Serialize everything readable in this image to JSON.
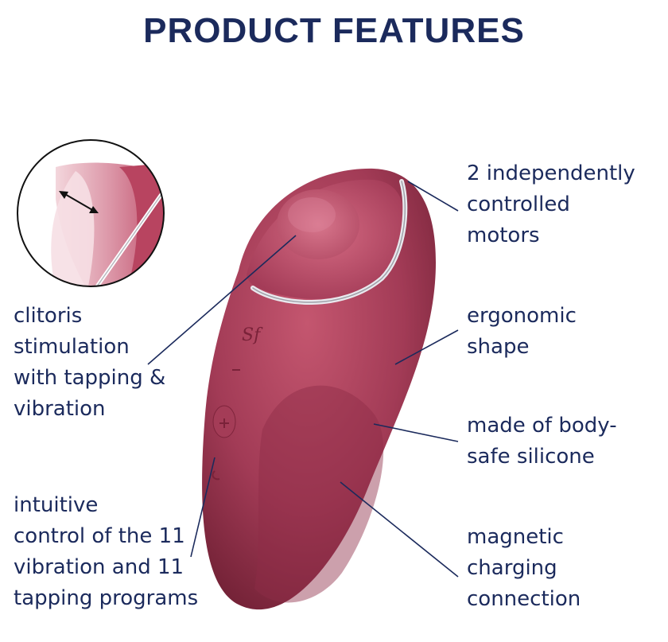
{
  "title": "PRODUCT FEATURES",
  "features": {
    "motors": [
      "2 independently",
      "controlled",
      "motors"
    ],
    "ergonomic": [
      "ergonomic",
      "shape"
    ],
    "silicone": [
      "made of body-",
      "safe silicone"
    ],
    "magnetic": [
      "magnetic",
      "charging",
      "connection"
    ],
    "clitoris": [
      "clitoris",
      "stimulation",
      "with tapping &",
      "vibration"
    ],
    "control": [
      "intuitive",
      "control of the 11",
      "vibration and 11",
      "tapping programs"
    ]
  },
  "colors": {
    "text": "#1b2a5c",
    "product": "#9b3550",
    "product_light": "#c25570",
    "product_dark": "#6e1f33",
    "leader_line": "#1b2a5c"
  },
  "icons": [
    "brand-logo-icon",
    "minus-icon",
    "plus-icon",
    "mode-wave-icon",
    "double-arrow-icon"
  ]
}
